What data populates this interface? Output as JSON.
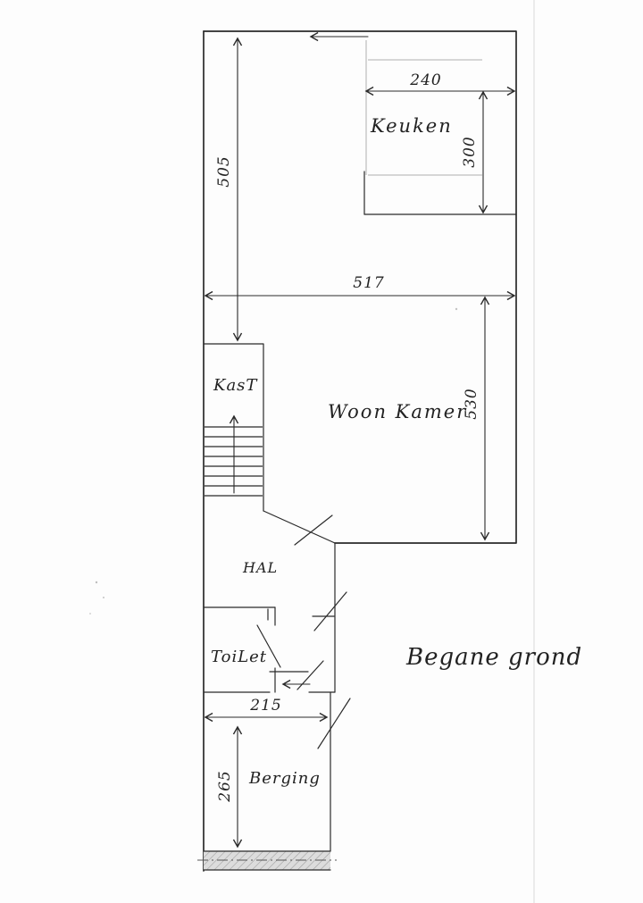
{
  "page": {
    "title": "Begane grond"
  },
  "rooms": {
    "keuken": "Keuken",
    "woonkamer": "Woon Kamer",
    "kast": "KasT",
    "hal": "HAL",
    "toilet": "ToiLet",
    "berging": "Berging"
  },
  "dimensions_cm": {
    "left_section_height": "505",
    "keuken_width": "240",
    "keuken_depth": "300",
    "overall_width": "517",
    "woonkamer_depth": "530",
    "berging_width": "215",
    "berging_depth": "265"
  },
  "colors": {
    "ink": "#2a2a2a",
    "pencil": "#b0aeae",
    "wall_shading": "#dcdcdc",
    "paper": "#fdfdfd"
  }
}
